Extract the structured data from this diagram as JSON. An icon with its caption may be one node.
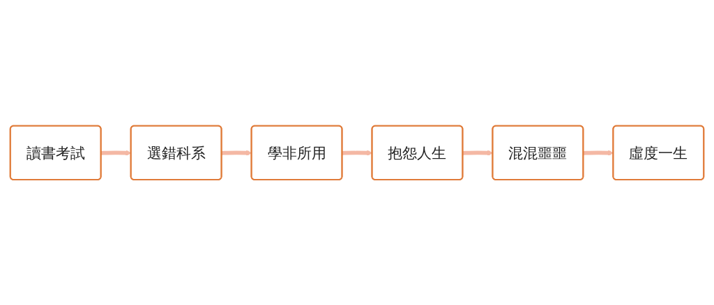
{
  "diagram": {
    "nodes": [
      {
        "text": [
          "讀書考試"
        ]
      },
      {
        "text": [
          "選錯科系"
        ]
      },
      {
        "text": [
          "學非所用"
        ]
      },
      {
        "text": [
          "抱怨人生"
        ]
      },
      {
        "text": [
          "混混噩噩"
        ]
      },
      {
        "text": [
          "虛度一生"
        ]
      }
    ],
    "edges": [
      {
        "from": 0,
        "to": 1,
        "arrow": "to"
      },
      {
        "from": 1,
        "to": 2,
        "arrow": "to"
      },
      {
        "from": 2,
        "to": 3,
        "arrow": "to"
      },
      {
        "from": 3,
        "to": 4,
        "arrow": "to"
      },
      {
        "from": 4,
        "to": 5,
        "arrow": "to"
      }
    ]
  }
}
